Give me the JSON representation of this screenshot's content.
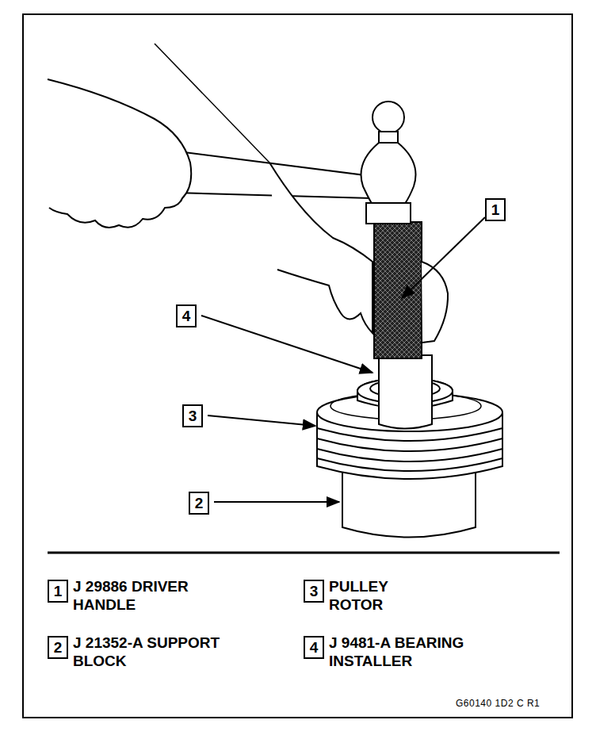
{
  "diagram": {
    "nodes": [
      {
        "text": [
          "1"
        ]
      },
      {
        "text": [
          "4"
        ]
      },
      {
        "text": [
          "3"
        ]
      },
      {
        "text": [
          "2"
        ]
      },
      {
        "text": [
          "1"
        ]
      },
      {
        "text": [
          "3"
        ]
      },
      {
        "text": [
          "2"
        ]
      },
      {
        "text": [
          "4"
        ]
      }
    ],
    "labels": [
      "J 29886 DRIVER HANDLE",
      "PULLEY ROTOR",
      "J 21352-A SUPPORT BLOCK",
      "J 9481-A BEARING INSTALLER",
      "G60140 1D2 C R1"
    ]
  }
}
